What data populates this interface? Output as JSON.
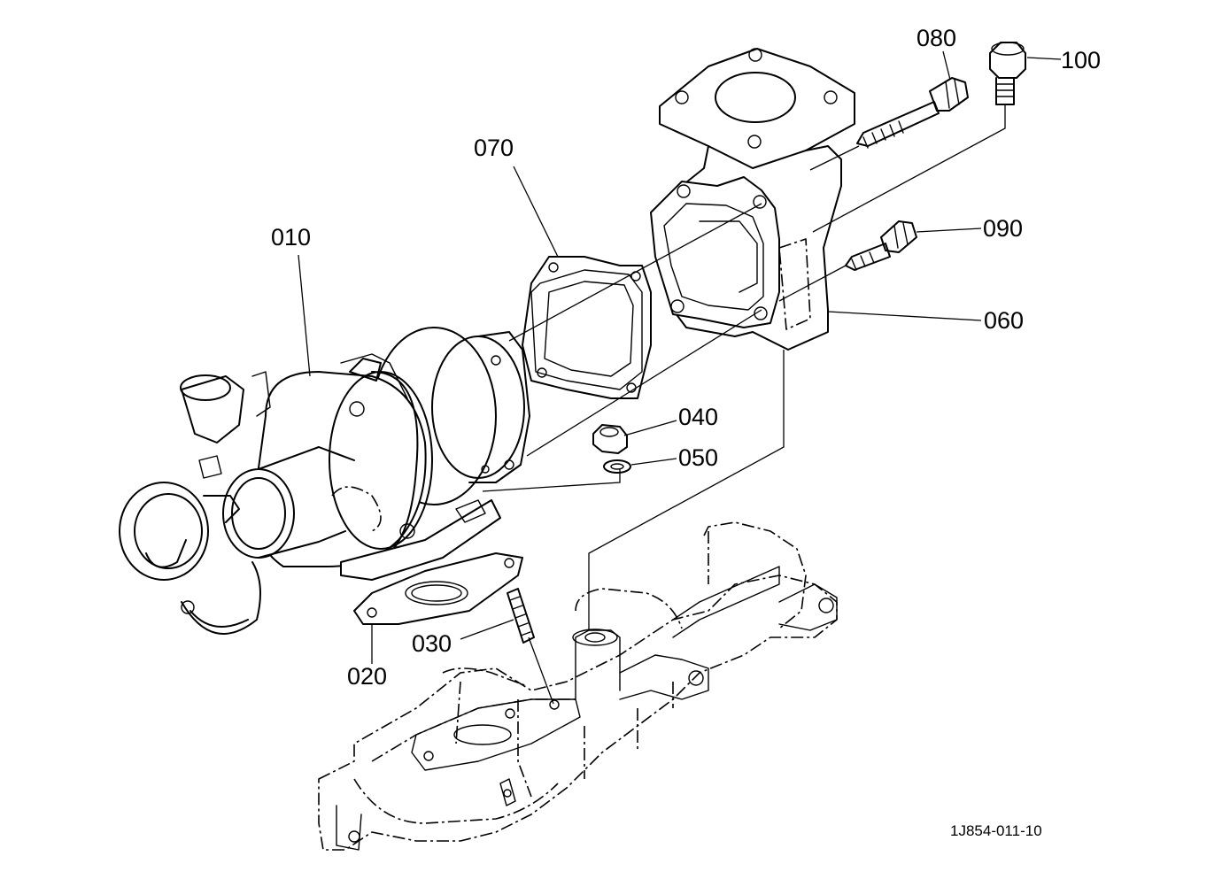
{
  "diagram": {
    "reference_code": "1J854-011-10",
    "callouts": [
      {
        "id": "callout-010",
        "text": "010"
      },
      {
        "id": "callout-020",
        "text": "020"
      },
      {
        "id": "callout-030",
        "text": "030"
      },
      {
        "id": "callout-040",
        "text": "040"
      },
      {
        "id": "callout-050",
        "text": "050"
      },
      {
        "id": "callout-060",
        "text": "060"
      },
      {
        "id": "callout-070",
        "text": "070"
      },
      {
        "id": "callout-080",
        "text": "080"
      },
      {
        "id": "callout-090",
        "text": "090"
      },
      {
        "id": "callout-100",
        "text": "100"
      }
    ]
  }
}
